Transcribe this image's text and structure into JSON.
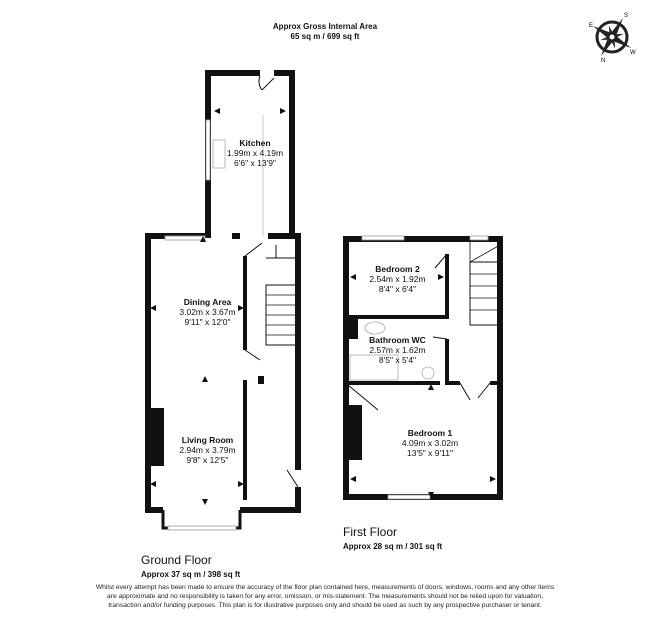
{
  "header": {
    "title": "Approx Gross Internal Area",
    "area": "65 sq m / 699 sq ft"
  },
  "compass": {
    "labels": [
      "N",
      "E",
      "S",
      "W"
    ]
  },
  "ground_floor": {
    "name": "Ground Floor",
    "area": "Approx 37 sq m / 398 sq ft",
    "rooms": [
      {
        "name": "Kitchen",
        "metric": "1.99m x 4.19m",
        "imperial": "6'6\" x 13'9\""
      },
      {
        "name": "Dining Area",
        "metric": "3.02m x 3.67m",
        "imperial": "9'11\" x 12'0\""
      },
      {
        "name": "Living Room",
        "metric": "2.94m x 3.79m",
        "imperial": "9'8\" x 12'5\""
      }
    ]
  },
  "first_floor": {
    "name": "First Floor",
    "area": "Approx 28 sq m / 301 sq ft",
    "rooms": [
      {
        "name": "Bedroom 2",
        "metric": "2.54m x 1.92m",
        "imperial": "8'4\" x 6'4\""
      },
      {
        "name": "Bathroom WC",
        "metric": "2.57m x 1.62m",
        "imperial": "8'5\" x 5'4\""
      },
      {
        "name": "Bedroom 1",
        "metric": "4.09m x 3.02m",
        "imperial": "13'5\" x 9'11\""
      }
    ]
  },
  "disclaimer": "Whilst every attempt has been made to ensure the accuracy of the floor plan contained here, measurements of doors, windows, rooms and any other items are approximate and no responsibility is taken for any error, omission, or mis-statement. The measurements should not be relied upon for valuation, transaction and/or funding purposes. This plan is for illustrative purposes only and should be used as such by any prospective purchaser or tenant."
}
